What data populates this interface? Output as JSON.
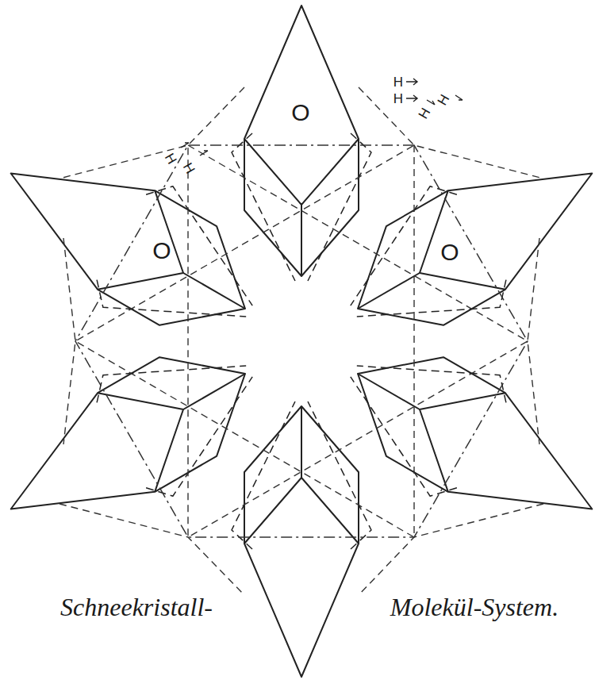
{
  "diagram": {
    "labels": [
      "O",
      "O",
      "O",
      "H",
      "H",
      "H",
      "H",
      "H",
      "H",
      "Schneekristall-",
      "Molekül-System."
    ]
  }
}
